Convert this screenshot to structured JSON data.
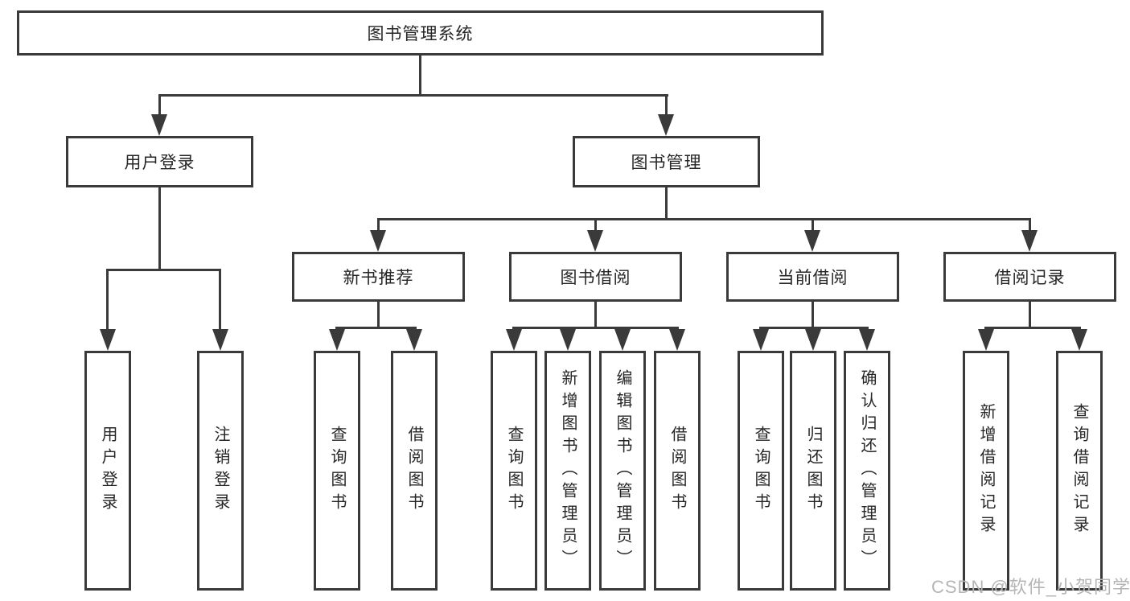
{
  "colors": {
    "line": "#3a3a3a",
    "text": "#262626",
    "watermark": "#b5b5b5"
  },
  "watermark": {
    "text": "CSDN @软件_小贺同学"
  },
  "tree": {
    "root": {
      "label": "图书管理系统"
    },
    "branches": [
      {
        "label": "用户登录",
        "children": [
          {
            "label": "用户登录"
          },
          {
            "label": "注销登录"
          }
        ]
      },
      {
        "label": "图书管理",
        "children": [
          {
            "label": "新书推荐",
            "children": [
              {
                "label": "查询图书"
              },
              {
                "label": "借阅图书"
              }
            ]
          },
          {
            "label": "图书借阅",
            "children": [
              {
                "label": "查询图书"
              },
              {
                "label": "新增图书（管理员）"
              },
              {
                "label": "编辑图书（管理员）"
              },
              {
                "label": "借阅图书"
              }
            ]
          },
          {
            "label": "当前借阅",
            "children": [
              {
                "label": "查询图书"
              },
              {
                "label": "归还图书"
              },
              {
                "label": "确认归还（管理员）"
              }
            ]
          },
          {
            "label": "借阅记录",
            "children": [
              {
                "label": "新增借阅记录"
              },
              {
                "label": "查询借阅记录"
              }
            ]
          }
        ]
      }
    ]
  }
}
